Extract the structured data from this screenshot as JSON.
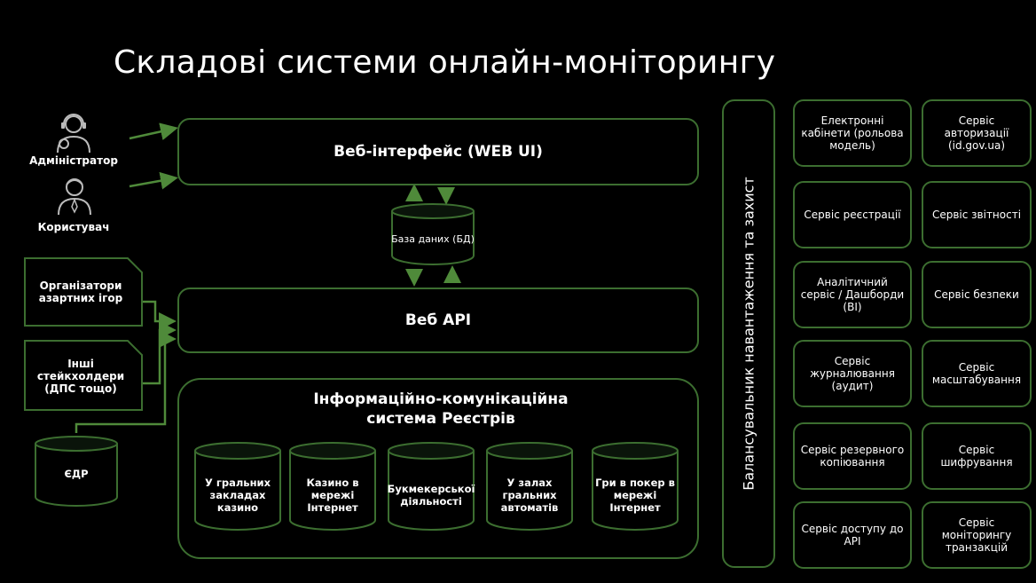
{
  "title": "Складові системи онлайн-моніторингу",
  "actors": {
    "admin": "Адміністратор",
    "user": "Користувач"
  },
  "external": {
    "organizers": "Організатори азартних ігор",
    "stakeholders": "Інші стейкхолдери (ДПС тощо)",
    "edr": "ЄДР"
  },
  "core": {
    "web_ui": "Веб-інтерфейс (WEB UI)",
    "db": "База даних (БД)",
    "web_api": "Веб API",
    "registry_title": "Інформаційно-комунікаційна система Реєстрів",
    "registries": [
      "У гральних закладах казино",
      "Казино в мережі Інтернет",
      "Букмекерської діяльності",
      "У залах гральних автоматів",
      "Гри в покер в мережі Інтернет"
    ]
  },
  "balancer": "Балансувальник навантаження та захист",
  "services": [
    [
      "Електронні кабінети (рольова модель)",
      "Сервіс авторизації (id.gov.ua)"
    ],
    [
      "Сервіс реєстрації",
      "Сервіс звітності"
    ],
    [
      "Аналітичний сервіс / Дашборди (BI)",
      "Сервіс безпеки"
    ],
    [
      "Сервіс журналювання (аудит)",
      "Сервіс масштабування"
    ],
    [
      "Сервіс резервного копіювання",
      "Сервіс шифрування"
    ],
    [
      "Сервіс доступу до API",
      "Сервіс моніторингу транзакцій"
    ]
  ],
  "colors": {
    "border": "#3c6e30",
    "arrow": "#4f8a3a",
    "background": "#000000"
  }
}
